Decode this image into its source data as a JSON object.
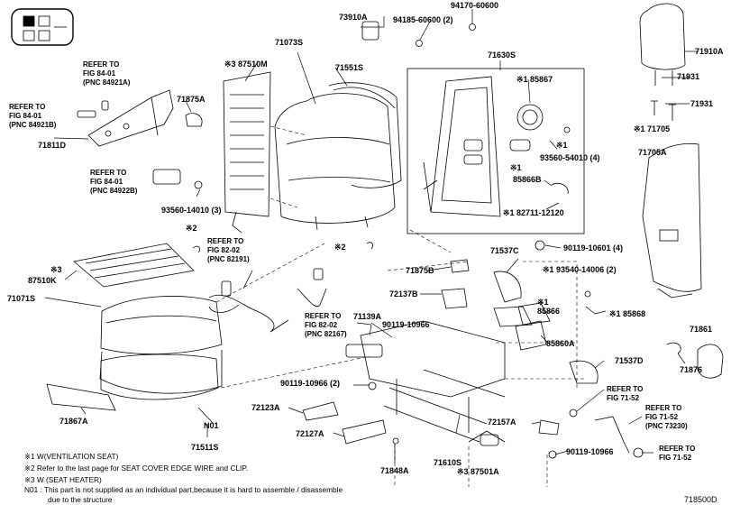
{
  "diagram_id": "718500D",
  "parts": {
    "p73910A": "73910A",
    "p94185": "94185-60600 (2)",
    "p94170": "94170-60600",
    "p71910A": "71910A",
    "p71073S": "71073S",
    "p87510M": "※3 87510M",
    "p71551S": "71551S",
    "p71630S": "71630S",
    "p85867": "※1 85867",
    "p71931a": "71931",
    "p71931b": "71931",
    "p71875A": "71875A",
    "p71811D": "71811D",
    "p93560_54010": "93560-54010 (4)",
    "p85866B": "85866B",
    "p71705": "※1 71705",
    "p71705A": "71705A",
    "p93560_14010": "93560-14010 (3)",
    "p82711": "※1 82711-12120",
    "p90119_10601": "90119-10601 (4)",
    "p71537C": "71537C",
    "p93540": "※1 93540-14006 (2)",
    "p71875B": "71875B",
    "p87510K": "87510K",
    "p71071S": "71071S",
    "p72137B": "72137B",
    "p85866": "85866",
    "p85868": "※1 85868",
    "p71861": "71861",
    "p71139A": "71139A",
    "p90119_10966a": "90119-10966",
    "p85860A": "85860A",
    "p71537D": "71537D",
    "p71876": "71876",
    "p90119_10966b": "90119-10966 (2)",
    "p72123A": "72123A",
    "p72157A": "72157A",
    "p72127A": "72127A",
    "p71867A": "71867A",
    "pN01": "N01",
    "p71511S": "71511S",
    "p71610S": "71610S",
    "p87501A": "※3 87501A",
    "p90119_10966c": "90119-10966",
    "p71848A": "71848A",
    "mark1a": "※1",
    "mark1b": "※1",
    "mark1c": "※1",
    "mark2a": "※2",
    "mark2b": "※2",
    "mark3": "※3"
  },
  "refs": {
    "r1": [
      "REFER TO",
      "FIG 84-01",
      "(PNC 84921A)"
    ],
    "r2": [
      "REFER TO",
      "FIG 84-01",
      "(PNC 84921B)"
    ],
    "r3": [
      "REFER TO",
      "FIG 84-01",
      "(PNC 84922B)"
    ],
    "r4": [
      "REFER TO",
      "FIG 82-02",
      "(PNC 82191)"
    ],
    "r5": [
      "REFER TO",
      "FIG 82-02",
      "(PNC 82167)"
    ],
    "r6": [
      "REFER TO",
      "FIG 71-52"
    ],
    "r7": [
      "REFER TO",
      "FIG 71-52",
      "(PNC 73230)"
    ],
    "r8": [
      "REFER TO",
      "FIG 71-52"
    ]
  },
  "notes": {
    "n1": "※1 W(VENTILATION SEAT)",
    "n2": "※2 Refer to the last page for SEAT COVER EDGE WIRE and CLIP.",
    "n3": "※3 W (SEAT HEATER)",
    "n4": "N01 : This part is not supplied as an individual part,because it is hard to assemble / disassemble",
    "n5": "due to the structure"
  }
}
